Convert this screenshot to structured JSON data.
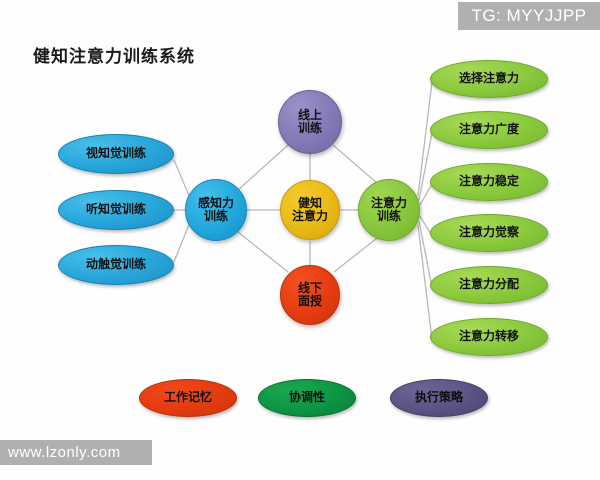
{
  "page": {
    "title": "健知注意力训练系统",
    "background_color": "#fefefe"
  },
  "watermarks": {
    "top_right": "TG: MYYJJPP",
    "bottom_left": "www.lzonly.com",
    "color": "#b0b0b0"
  },
  "diagram": {
    "center_node": {
      "line1": "健知",
      "line2": "注意力",
      "color": "#e8b916"
    },
    "hub_nodes": [
      {
        "name": "online-training",
        "line1": "线上",
        "line2": "训练",
        "color": "#8279b6"
      },
      {
        "name": "perception-training",
        "line1": "感知力",
        "line2": "训练",
        "color": "#21a7dd"
      },
      {
        "name": "attention-training",
        "line1": "注意力",
        "line2": "训练",
        "color": "#87c63c"
      },
      {
        "name": "offline-teaching",
        "line1": "线下",
        "line2": "面授",
        "color": "#e43c10"
      }
    ],
    "left_branches": {
      "color": "#29a8dc",
      "items": [
        {
          "label": "视知觉训练"
        },
        {
          "label": "听知觉训练"
        },
        {
          "label": "动触觉训练"
        }
      ]
    },
    "right_branches": {
      "color": "#8cca3e",
      "items": [
        {
          "label": "选择注意力"
        },
        {
          "label": "注意力广度"
        },
        {
          "label": "注意力稳定"
        },
        {
          "label": "注意力觉察"
        },
        {
          "label": "注意力分配"
        },
        {
          "label": "注意力转移"
        }
      ]
    },
    "bottom_branches": [
      {
        "label": "工作记忆",
        "color": "#e43c10"
      },
      {
        "label": "协调性",
        "color": "#0d9544"
      },
      {
        "label": "执行策略",
        "color": "#5b5484"
      }
    ],
    "connector_color": "#b9b9b9"
  }
}
